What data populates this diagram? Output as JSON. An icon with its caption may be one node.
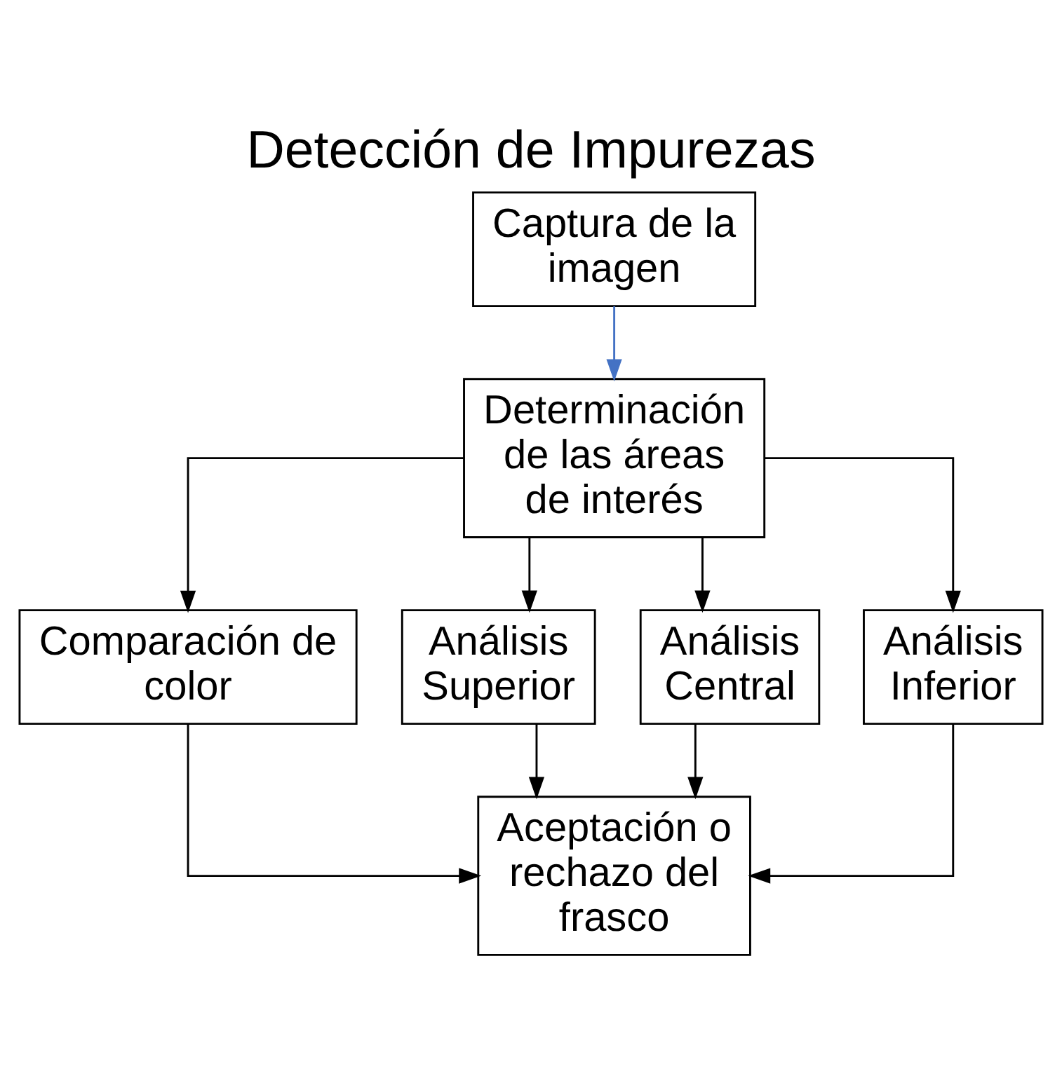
{
  "diagram": {
    "title": "Detección de Impurezas",
    "nodes": [
      {
        "text": [
          "Captura de la imagen"
        ]
      },
      {
        "text": [
          "Determinación de las áreas de interés"
        ]
      },
      {
        "text": [
          "Comparación de color"
        ]
      },
      {
        "text": [
          "Análisis Superior"
        ]
      },
      {
        "text": [
          "Análisis Central"
        ]
      },
      {
        "text": [
          "Análisis Inferior"
        ]
      },
      {
        "text": [
          "Aceptación o rechazo del frasco"
        ]
      }
    ],
    "edges": [
      {
        "from": 0,
        "to": 1,
        "arrow": "to",
        "color": "#4472c4"
      },
      {
        "from": 1,
        "to": 2,
        "arrow": "to"
      },
      {
        "from": 1,
        "to": 3,
        "arrow": "to"
      },
      {
        "from": 1,
        "to": 4,
        "arrow": "to"
      },
      {
        "from": 1,
        "to": 5,
        "arrow": "to"
      },
      {
        "from": 2,
        "to": 6,
        "arrow": "to"
      },
      {
        "from": 3,
        "to": 6,
        "arrow": "to"
      },
      {
        "from": 4,
        "to": 6,
        "arrow": "to"
      },
      {
        "from": 5,
        "to": 6,
        "arrow": "to"
      }
    ]
  }
}
